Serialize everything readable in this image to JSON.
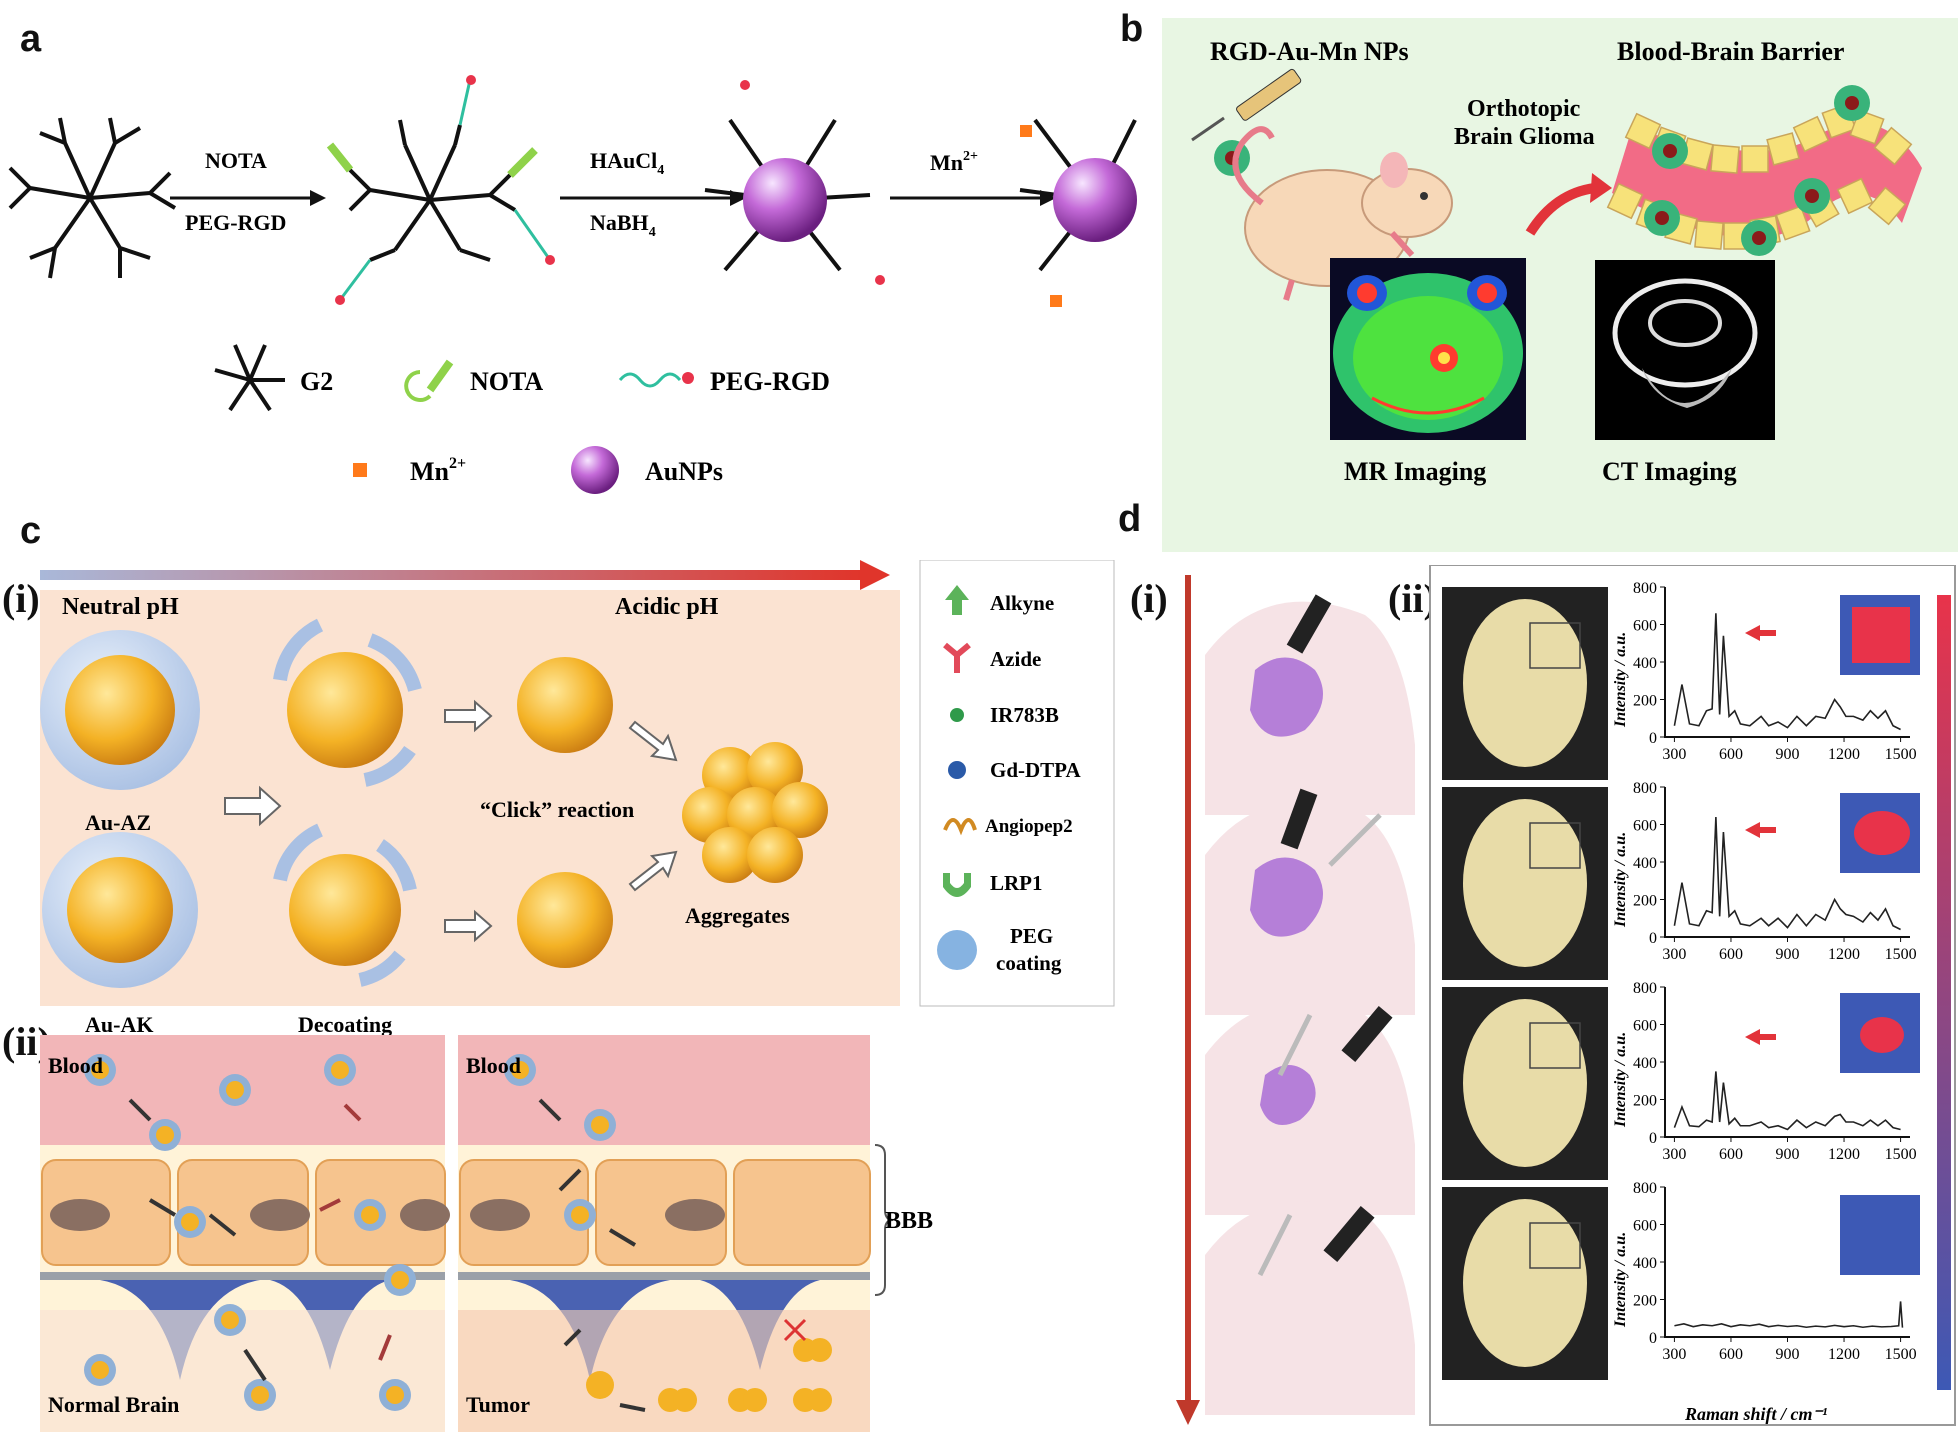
{
  "panel_labels": {
    "a": "a",
    "b": "b",
    "c": "c",
    "d": "d"
  },
  "panel_a": {
    "step1_top": "NOTA",
    "step1_bottom": "PEG-RGD",
    "step2_top_main": "HAuCl",
    "step2_top_sub": "4",
    "step2_bottom_main": "NaBH",
    "step2_bottom_sub": "4",
    "step3_main": "Mn",
    "step3_sup": "2+",
    "legend": {
      "g2": "G2",
      "nota": "NOTA",
      "peg_rgd": "PEG-RGD",
      "mn_main": "Mn",
      "mn_sup": "2+",
      "aunps": "AuNPs"
    }
  },
  "panel_b": {
    "title_left": "RGD-Au-Mn NPs",
    "title_right": "Blood-Brain Barrier",
    "glioma_line1": "Orthotopic",
    "glioma_line2": "Brain Glioma",
    "mr": "MR Imaging",
    "ct": "CT Imaging"
  },
  "panel_c": {
    "sub_i": "(i)",
    "sub_ii": "(ii)",
    "neutral": "Neutral pH",
    "acidic": "Acidic pH",
    "au_az": "Au-AZ",
    "au_ak": "Au-AK",
    "decoating": "Decoating",
    "click": "“Click” reaction",
    "aggregates": "Aggregates",
    "legend": [
      "Alkyne",
      "Azide",
      "IR783B",
      "Gd-DTPA",
      "Angiopep2",
      "LRP1",
      "PEG",
      "coating"
    ],
    "blood": "Blood",
    "normal_brain": "Normal Brain",
    "tumor": "Tumor",
    "bbb": "BBB"
  },
  "panel_d": {
    "sub_i": "(i)",
    "sub_ii": "(ii)",
    "ylabel": "Intensity / a.u.",
    "xlabel": "Raman shift / cm⁻¹",
    "chart_data": {
      "type": "line",
      "xticks": [
        "300",
        "600",
        "900",
        "1200",
        "1500"
      ],
      "yticks": [
        "0",
        "200",
        "400",
        "600",
        "800"
      ],
      "xlim": [
        250,
        1550
      ],
      "ylim": [
        0,
        800
      ],
      "series": [
        {
          "values": [
            [
              300,
              60
            ],
            [
              340,
              280
            ],
            [
              380,
              70
            ],
            [
              430,
              60
            ],
            [
              470,
              140
            ],
            [
              500,
              150
            ],
            [
              520,
              660
            ],
            [
              540,
              120
            ],
            [
              560,
              540
            ],
            [
              590,
              110
            ],
            [
              620,
              140
            ],
            [
              650,
              70
            ],
            [
              700,
              60
            ],
            [
              760,
              110
            ],
            [
              800,
              60
            ],
            [
              850,
              80
            ],
            [
              900,
              50
            ],
            [
              950,
              110
            ],
            [
              1000,
              60
            ],
            [
              1050,
              110
            ],
            [
              1100,
              100
            ],
            [
              1150,
              200
            ],
            [
              1180,
              160
            ],
            [
              1210,
              110
            ],
            [
              1250,
              110
            ],
            [
              1300,
              90
            ],
            [
              1340,
              140
            ],
            [
              1380,
              100
            ],
            [
              1420,
              140
            ],
            [
              1460,
              60
            ],
            [
              1500,
              40
            ]
          ]
        },
        {
          "values": [
            [
              300,
              60
            ],
            [
              340,
              290
            ],
            [
              380,
              70
            ],
            [
              430,
              60
            ],
            [
              470,
              140
            ],
            [
              500,
              130
            ],
            [
              520,
              640
            ],
            [
              540,
              110
            ],
            [
              560,
              560
            ],
            [
              590,
              110
            ],
            [
              620,
              140
            ],
            [
              650,
              70
            ],
            [
              700,
              60
            ],
            [
              760,
              100
            ],
            [
              800,
              60
            ],
            [
              850,
              100
            ],
            [
              900,
              50
            ],
            [
              950,
              120
            ],
            [
              1000,
              60
            ],
            [
              1050,
              120
            ],
            [
              1100,
              90
            ],
            [
              1150,
              200
            ],
            [
              1180,
              150
            ],
            [
              1210,
              120
            ],
            [
              1250,
              110
            ],
            [
              1300,
              80
            ],
            [
              1340,
              130
            ],
            [
              1380,
              90
            ],
            [
              1420,
              150
            ],
            [
              1460,
              60
            ],
            [
              1500,
              40
            ]
          ]
        },
        {
          "values": [
            [
              300,
              50
            ],
            [
              340,
              160
            ],
            [
              380,
              60
            ],
            [
              430,
              55
            ],
            [
              470,
              90
            ],
            [
              500,
              80
            ],
            [
              520,
              350
            ],
            [
              540,
              80
            ],
            [
              560,
              290
            ],
            [
              590,
              70
            ],
            [
              620,
              100
            ],
            [
              650,
              60
            ],
            [
              700,
              60
            ],
            [
              760,
              80
            ],
            [
              800,
              50
            ],
            [
              850,
              60
            ],
            [
              900,
              40
            ],
            [
              950,
              90
            ],
            [
              1000,
              50
            ],
            [
              1050,
              80
            ],
            [
              1100,
              60
            ],
            [
              1150,
              110
            ],
            [
              1180,
              120
            ],
            [
              1210,
              80
            ],
            [
              1250,
              80
            ],
            [
              1300,
              60
            ],
            [
              1340,
              90
            ],
            [
              1380,
              60
            ],
            [
              1420,
              90
            ],
            [
              1460,
              50
            ],
            [
              1500,
              40
            ]
          ]
        },
        {
          "values": [
            [
              300,
              60
            ],
            [
              350,
              70
            ],
            [
              400,
              55
            ],
            [
              450,
              65
            ],
            [
              500,
              60
            ],
            [
              550,
              70
            ],
            [
              600,
              55
            ],
            [
              650,
              65
            ],
            [
              700,
              60
            ],
            [
              750,
              68
            ],
            [
              800,
              55
            ],
            [
              850,
              62
            ],
            [
              900,
              56
            ],
            [
              950,
              60
            ],
            [
              1000,
              52
            ],
            [
              1050,
              58
            ],
            [
              1100,
              54
            ],
            [
              1150,
              62
            ],
            [
              1200,
              55
            ],
            [
              1250,
              60
            ],
            [
              1300,
              52
            ],
            [
              1350,
              58
            ],
            [
              1400,
              54
            ],
            [
              1450,
              56
            ],
            [
              1490,
              60
            ],
            [
              1500,
              190
            ],
            [
              1510,
              50
            ]
          ]
        }
      ]
    }
  },
  "colors": {
    "panel_b_bg": "#e8f6e3",
    "panel_c_bg": "#fbe3d2",
    "blood": "#f2b6b8",
    "cell": "#f6c48e",
    "gold": "#f4b225",
    "purple": "#b45cc8",
    "accent_red": "#d93b3b",
    "map_blue": "#3d59b5",
    "map_red": "#e8334a"
  }
}
